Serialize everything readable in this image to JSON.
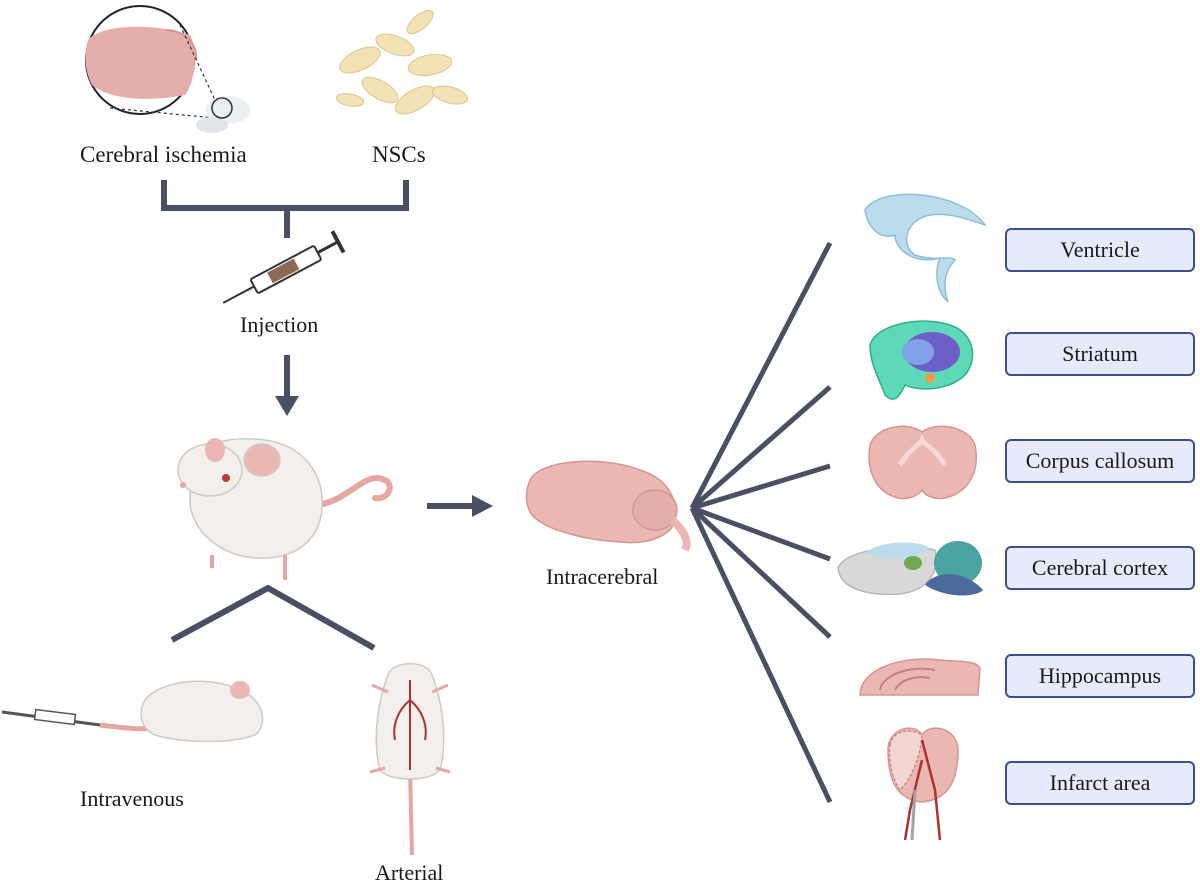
{
  "top": {
    "left_label": "Cerebral ischemia",
    "right_label": "NSCs"
  },
  "injection_label": "Injection",
  "routes": {
    "intravenous": "Intravenous",
    "arterial": "Arterial",
    "intracerebral": "Intracerebral"
  },
  "targets": [
    "Ventricle",
    "Striatum",
    "Corpus callosum",
    "Cerebral cortex",
    "Hippocampus",
    "Infarct area"
  ],
  "colors": {
    "connector": "#4a4f63",
    "box_fill": "#e6ebfb",
    "box_border": "#3d4f8f",
    "mouse_body": "#f2efed",
    "brain_pink": "#e9b4b1",
    "cells": "#f3e2b6"
  }
}
